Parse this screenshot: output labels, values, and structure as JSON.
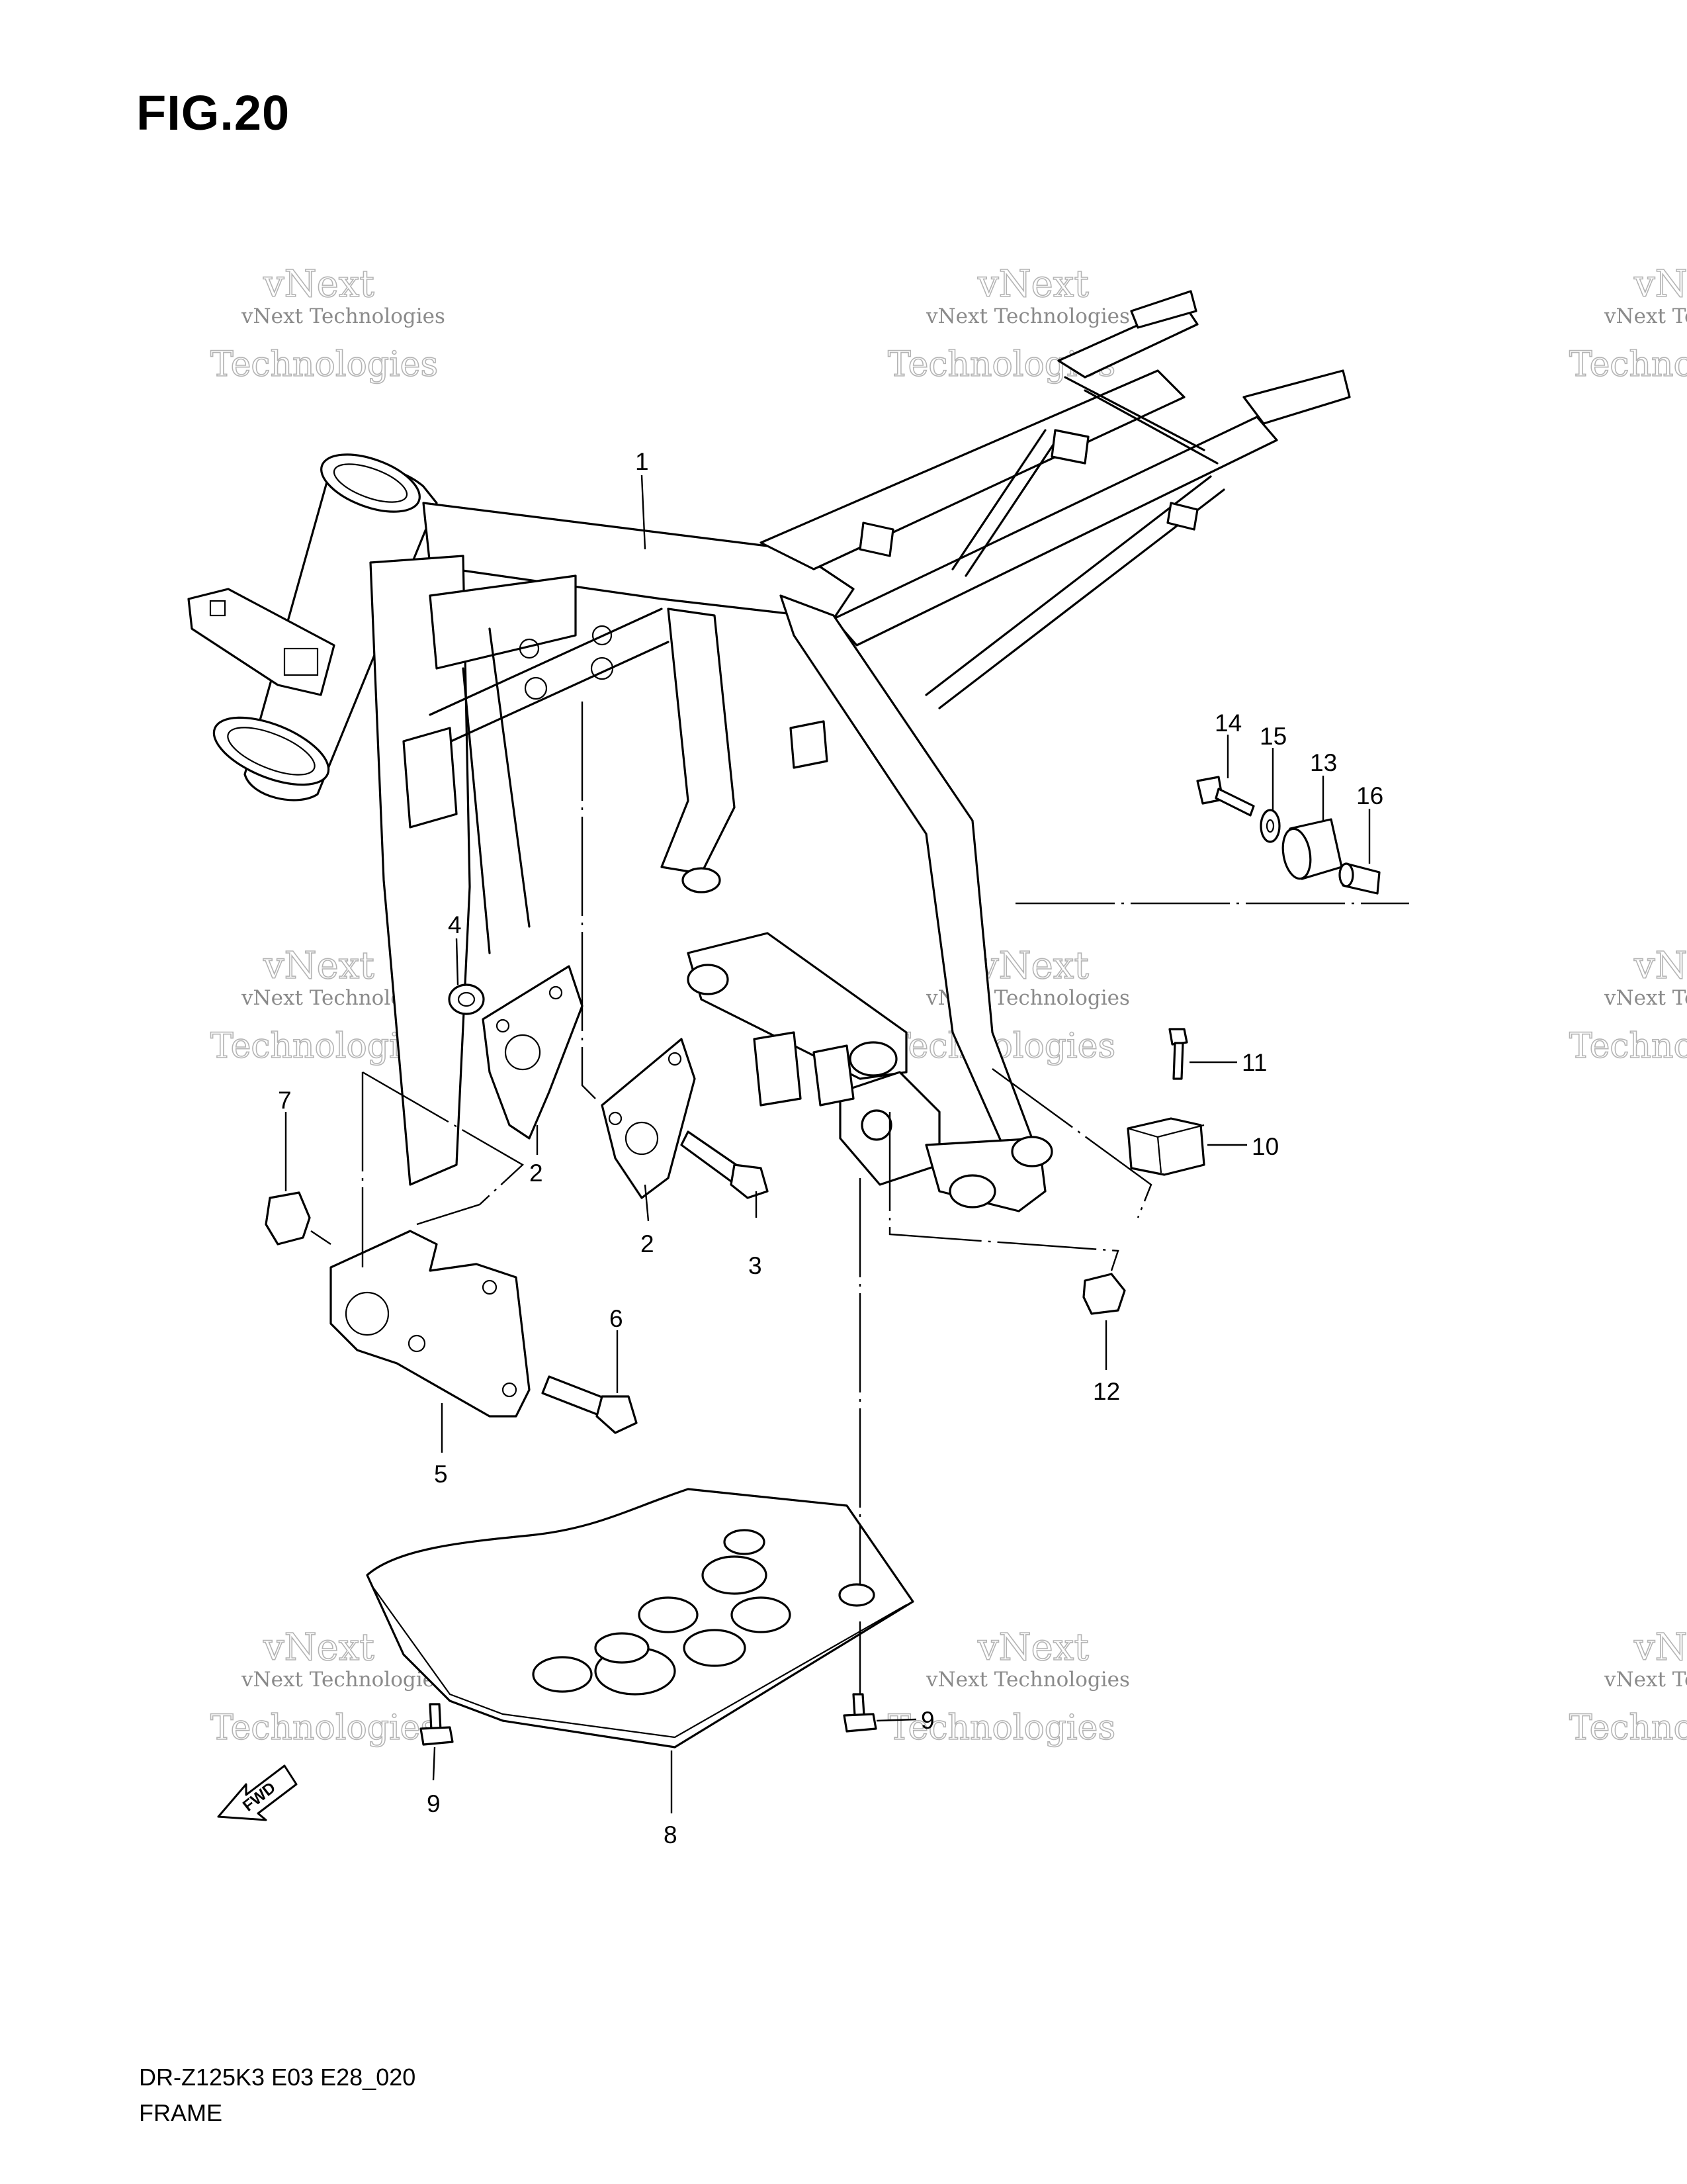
{
  "figure": {
    "title": "FIG.20"
  },
  "watermark": {
    "line1": "vNext Technologies",
    "line2": "vNext",
    "line3": "Technologies"
  },
  "callouts": [
    {
      "id": "1",
      "text": "1"
    },
    {
      "id": "2a",
      "text": "2"
    },
    {
      "id": "2b",
      "text": "2"
    },
    {
      "id": "3",
      "text": "3"
    },
    {
      "id": "4",
      "text": "4"
    },
    {
      "id": "5",
      "text": "5"
    },
    {
      "id": "6",
      "text": "6"
    },
    {
      "id": "7",
      "text": "7"
    },
    {
      "id": "8",
      "text": "8"
    },
    {
      "id": "9a",
      "text": "9"
    },
    {
      "id": "9b",
      "text": "9"
    },
    {
      "id": "10",
      "text": "10"
    },
    {
      "id": "11",
      "text": "11"
    },
    {
      "id": "12",
      "text": "12"
    },
    {
      "id": "13",
      "text": "13"
    },
    {
      "id": "14",
      "text": "14"
    },
    {
      "id": "15",
      "text": "15"
    },
    {
      "id": "16",
      "text": "16"
    }
  ],
  "fwd_label": "FWD",
  "footer": {
    "model_code": "DR-Z125K3 E03 E28_020",
    "caption": "FRAME"
  }
}
